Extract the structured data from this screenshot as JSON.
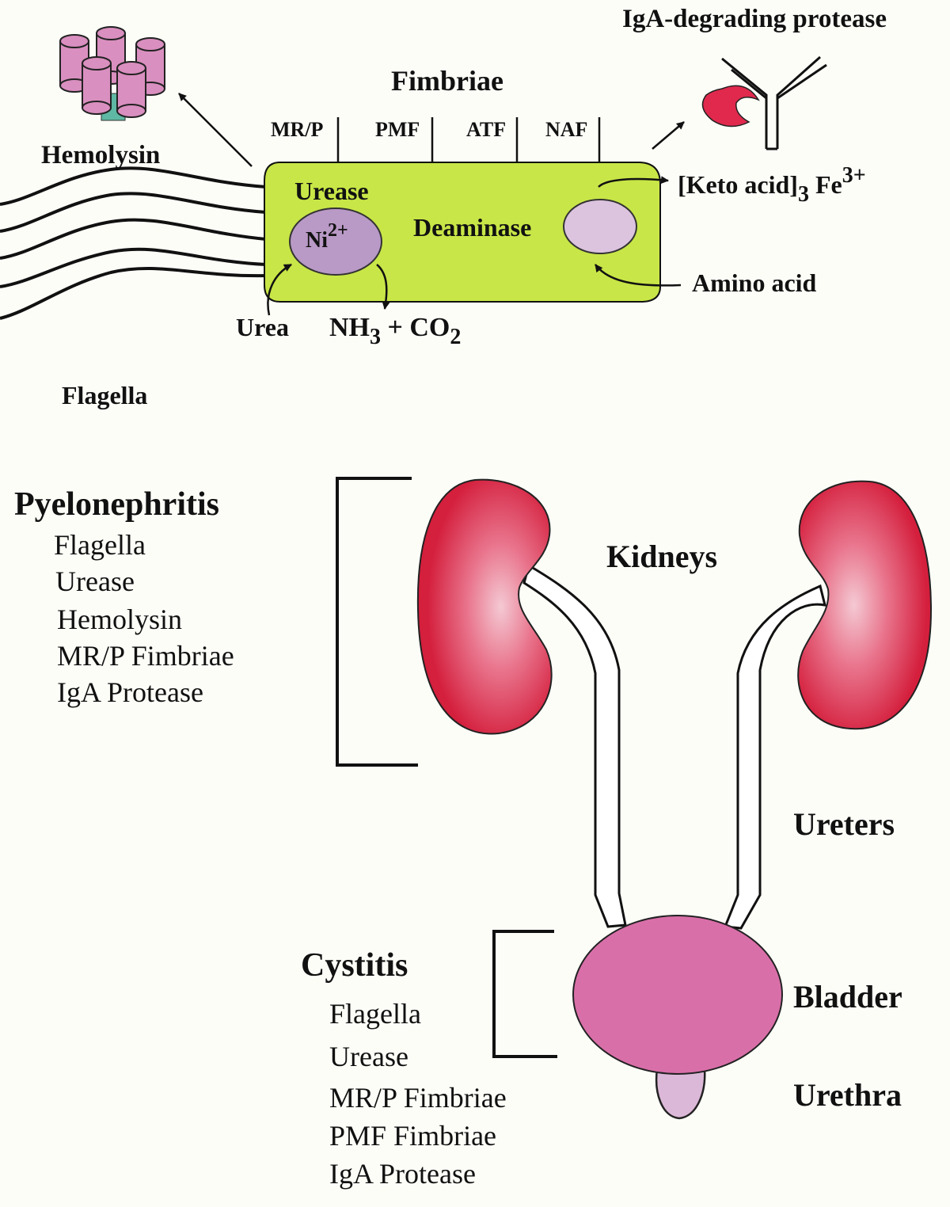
{
  "bacterium": {
    "fimbriae_title": "Fimbriae",
    "fimbriae": [
      "MR/P",
      "PMF",
      "ATF",
      "NAF"
    ],
    "hemolysin": "Hemolysin",
    "iga_protease": "IgA-degrading protease",
    "flagella": "Flagella",
    "urease": "Urease",
    "nickel_base": "Ni",
    "nickel_charge": "2+",
    "deaminase": "Deaminase",
    "urea": "Urea",
    "products": {
      "nh": "NH",
      "nh_sub": "3",
      "plus_co": " + CO",
      "co_sub": "2"
    },
    "keto": {
      "main": "[Keto acid]",
      "sub": "3",
      "fe": " Fe",
      "fe_sup": "3+"
    },
    "amino_acid": "Amino acid"
  },
  "pyelonephritis": {
    "title": "Pyelonephritis",
    "items": [
      "Flagella",
      "Urease",
      "Hemolysin",
      "MR/P Fimbriae",
      "IgA Protease"
    ]
  },
  "cystitis": {
    "title": "Cystitis",
    "items": [
      "Flagella",
      "Urease",
      "MR/P Fimbriae",
      "PMF Fimbriae",
      "IgA Protease"
    ]
  },
  "anatomy": {
    "kidneys": "Kidneys",
    "ureters": "Ureters",
    "bladder": "Bladder",
    "urethra": "Urethra"
  },
  "colors": {
    "cell": "#c8e647",
    "urease_enzyme": "#b999c6",
    "deaminase_enzyme": "#dcc3de",
    "hemolysin": "#d98fbf",
    "hemolysin_stem": "#5fb8a3",
    "protease": "#e0294d",
    "kidney": "#d8243f",
    "bladder": "#d96fa9",
    "urethra": "#dcb8d8"
  }
}
